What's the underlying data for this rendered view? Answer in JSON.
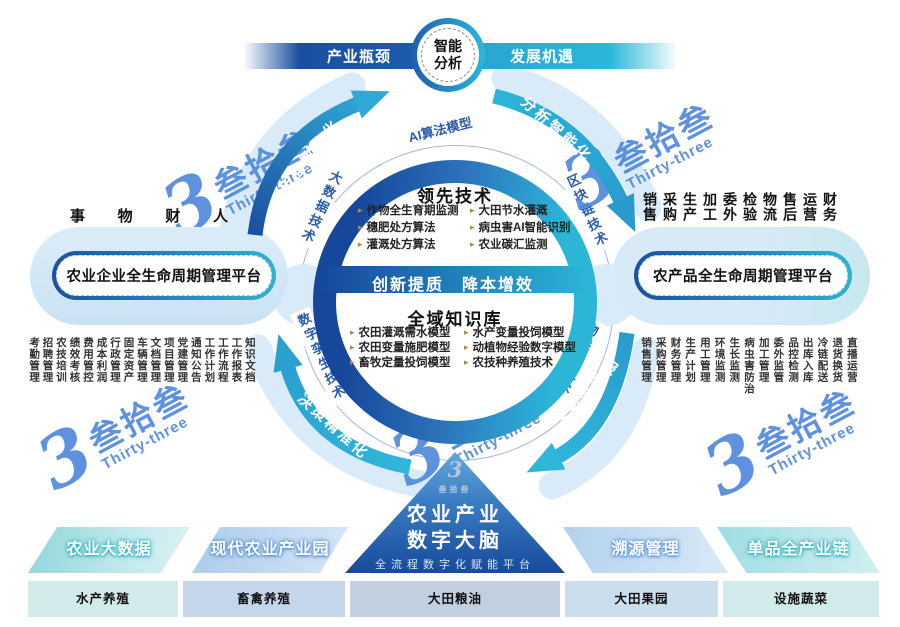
{
  "colors": {
    "navy": "#16479b",
    "cyan": "#2bb6d8",
    "light_blue": "#d9eaf8",
    "watermark_blue": "#4d87dc",
    "label_blue": "#2a5caa"
  },
  "banner": {
    "left_label": "产业瓶颈",
    "center_line1": "智能",
    "center_line2": "分析",
    "right_label": "发展机遇"
  },
  "orbit_labels": {
    "top": "AI算法模型",
    "top_left": "大数据技术",
    "top_right": "区块链技术",
    "bottom_left": "数字孪生技术",
    "bottom_right": "物联网技术",
    "bottom": "溯源技术"
  },
  "arrow_labels": {
    "top_left": "产业数字化",
    "top_right": "分析智能化",
    "bottom_left": "决策精准化",
    "bottom_right": "服务多元化"
  },
  "core": {
    "top_title": "领先技术",
    "top_col1": [
      "作物全生育期监测",
      "穗肥处方算法",
      "灌溉处方算法"
    ],
    "top_col2": [
      "大田节水灌溉",
      "病虫害AI智能识别",
      "农业碳汇监测"
    ],
    "band_left": "创新提质",
    "band_right": "降本增效",
    "bottom_title": "全域知识库",
    "bottom_col1": [
      "农田灌溉需水模型",
      "农田变量施肥模型",
      "畜牧定量投饲模型"
    ],
    "bottom_col2": [
      "水产变量投饲模型",
      "动植物经验数字模型",
      "农技种养殖技术"
    ]
  },
  "left_panel": {
    "header_chars": [
      "事",
      "物",
      "财",
      "人"
    ],
    "title": "农业企业全生命周期管理平台",
    "items": [
      "考勤管理",
      "招聘管理",
      "农技培训",
      "绩效考核",
      "费用管控",
      "成本利润",
      "行政管理",
      "固定资产",
      "车辆管理",
      "文档管理",
      "项目管理",
      "党建管理",
      "通知公告",
      "工作计划",
      "工作流程",
      "工作报表",
      "知识文档"
    ]
  },
  "right_panel": {
    "header_words": [
      "销售",
      "采购",
      "生产",
      "加工",
      "委外",
      "检验",
      "物流",
      "售后",
      "运营",
      "财务"
    ],
    "title": "农产品全生命周期管理平台",
    "items": [
      "销售管理",
      "采购管理",
      "财务管理",
      "生产计划",
      "用工管理",
      "环境监测",
      "生长监测",
      "病虫害防治",
      "加工管理",
      "委外监管",
      "品控检测",
      "出库入库",
      "冷链配送",
      "退货换货",
      "直播运营"
    ]
  },
  "pyramid": {
    "logo_numeral": "3",
    "logo_name": "叁拾叁",
    "title_line1": "农业产业",
    "title_line2": "数字大脑",
    "subtitle": "全流程数字化赋能平台"
  },
  "sectors": [
    "农业大数据",
    "现代农业产业园",
    "溯源管理",
    "单品全产业链"
  ],
  "industries": [
    "水产养殖",
    "畜禽养殖",
    "大田粮油",
    "大田果园",
    "设施蔬菜"
  ],
  "watermark": {
    "numeral": "3",
    "cn": "叁拾叁",
    "en": "Thirty-three"
  }
}
